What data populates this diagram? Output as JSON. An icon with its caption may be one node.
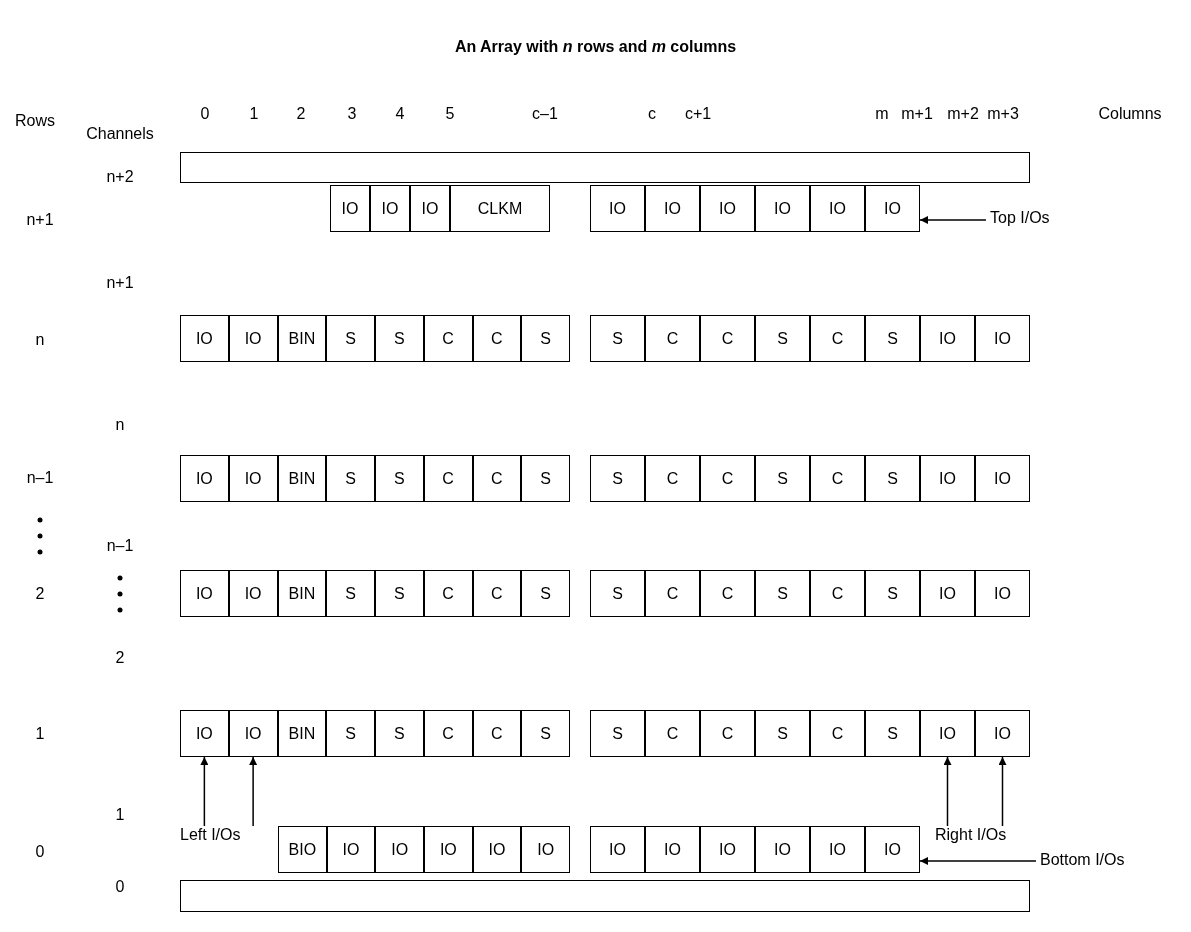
{
  "diagram": {
    "title": "An Array with *n* rows and *m* columns",
    "nodes": [
      {
        "text": [],
        "shape": "bar"
      },
      {
        "text": [
          "IO"
        ]
      },
      {
        "text": [
          "IO"
        ]
      },
      {
        "text": [
          "IO"
        ]
      },
      {
        "text": [
          "CLKM"
        ]
      },
      {
        "text": [
          "IO"
        ]
      },
      {
        "text": [
          "IO"
        ]
      },
      {
        "text": [
          "IO"
        ]
      },
      {
        "text": [
          "IO"
        ]
      },
      {
        "text": [
          "IO"
        ]
      },
      {
        "text": [
          "IO"
        ]
      },
      {
        "text": [
          "Top I/Os"
        ]
      },
      {
        "text": [
          "IO"
        ]
      },
      {
        "text": [
          "IO"
        ]
      },
      {
        "text": [
          "BIN"
        ]
      },
      {
        "text": [
          "S"
        ]
      },
      {
        "text": [
          "S"
        ]
      },
      {
        "text": [
          "C"
        ]
      },
      {
        "text": [
          "C"
        ]
      },
      {
        "text": [
          "S"
        ]
      },
      {
        "text": [
          "S"
        ]
      },
      {
        "text": [
          "C"
        ]
      },
      {
        "text": [
          "C"
        ]
      },
      {
        "text": [
          "S"
        ]
      },
      {
        "text": [
          "C"
        ]
      },
      {
        "text": [
          "S"
        ]
      },
      {
        "text": [
          "IO"
        ]
      },
      {
        "text": [
          "IO"
        ]
      },
      {
        "text": [
          "IO"
        ]
      },
      {
        "text": [
          "IO"
        ]
      },
      {
        "text": [
          "BIN"
        ]
      },
      {
        "text": [
          "S"
        ]
      },
      {
        "text": [
          "S"
        ]
      },
      {
        "text": [
          "C"
        ]
      },
      {
        "text": [
          "C"
        ]
      },
      {
        "text": [
          "S"
        ]
      },
      {
        "text": [
          "S"
        ]
      },
      {
        "text": [
          "C"
        ]
      },
      {
        "text": [
          "C"
        ]
      },
      {
        "text": [
          "S"
        ]
      },
      {
        "text": [
          "C"
        ]
      },
      {
        "text": [
          "S"
        ]
      },
      {
        "text": [
          "IO"
        ]
      },
      {
        "text": [
          "IO"
        ]
      },
      {
        "text": [
          "IO"
        ]
      },
      {
        "text": [
          "IO"
        ]
      },
      {
        "text": [
          "BIN"
        ]
      },
      {
        "text": [
          "S"
        ]
      },
      {
        "text": [
          "S"
        ]
      },
      {
        "text": [
          "C"
        ]
      },
      {
        "text": [
          "C"
        ]
      },
      {
        "text": [
          "S"
        ]
      },
      {
        "text": [
          "S"
        ]
      },
      {
        "text": [
          "C"
        ]
      },
      {
        "text": [
          "C"
        ]
      },
      {
        "text": [
          "S"
        ]
      },
      {
        "text": [
          "C"
        ]
      },
      {
        "text": [
          "S"
        ]
      },
      {
        "text": [
          "IO"
        ]
      },
      {
        "text": [
          "IO"
        ]
      },
      {
        "text": [
          "IO"
        ]
      },
      {
        "text": [
          "IO"
        ]
      },
      {
        "text": [
          "BIN"
        ]
      },
      {
        "text": [
          "S"
        ]
      },
      {
        "text": [
          "S"
        ]
      },
      {
        "text": [
          "C"
        ]
      },
      {
        "text": [
          "C"
        ]
      },
      {
        "text": [
          "S"
        ]
      },
      {
        "text": [
          "S"
        ]
      },
      {
        "text": [
          "C"
        ]
      },
      {
        "text": [
          "C"
        ]
      },
      {
        "text": [
          "S"
        ]
      },
      {
        "text": [
          "C"
        ]
      },
      {
        "text": [
          "S"
        ]
      },
      {
        "text": [
          "IO"
        ]
      },
      {
        "text": [
          "IO"
        ]
      },
      {
        "text": [
          "Left I/Os"
        ]
      },
      {
        "text": [
          "Right I/Os"
        ]
      },
      {
        "text": [
          "BIO"
        ]
      },
      {
        "text": [
          "IO"
        ]
      },
      {
        "text": [
          "IO"
        ]
      },
      {
        "text": [
          "IO"
        ]
      },
      {
        "text": [
          "IO"
        ]
      },
      {
        "text": [
          "IO"
        ]
      },
      {
        "text": [
          "IO"
        ]
      },
      {
        "text": [
          "IO"
        ]
      },
      {
        "text": [
          "IO"
        ]
      },
      {
        "text": [
          "IO"
        ]
      },
      {
        "text": [
          "IO"
        ]
      },
      {
        "text": [
          "IO"
        ]
      },
      {
        "text": [
          "Bottom I/Os"
        ]
      },
      {
        "text": [],
        "shape": "bar"
      }
    ],
    "edges": [
      {
        "from": 11,
        "to": 10,
        "arrow": "to"
      },
      {
        "from": 76,
        "to": 60,
        "arrow": "to"
      },
      {
        "from": 76,
        "to": 61,
        "arrow": "to"
      },
      {
        "from": 77,
        "to": 74,
        "arrow": "to"
      },
      {
        "from": 77,
        "to": 75,
        "arrow": "to"
      },
      {
        "from": 90,
        "to": 89,
        "arrow": "to"
      }
    ],
    "labels": [
      "0",
      "1",
      "2",
      "3",
      "4",
      "5",
      "c–1",
      "c",
      "c+1",
      "m",
      "m+1",
      "m+2",
      "m+3",
      "Columns",
      "Rows",
      "Channels",
      "n+2",
      "n+1",
      "n+1",
      "n",
      "n",
      "n–1",
      "n–1",
      "2",
      "2",
      "1",
      "1",
      "0",
      "0"
    ]
  }
}
